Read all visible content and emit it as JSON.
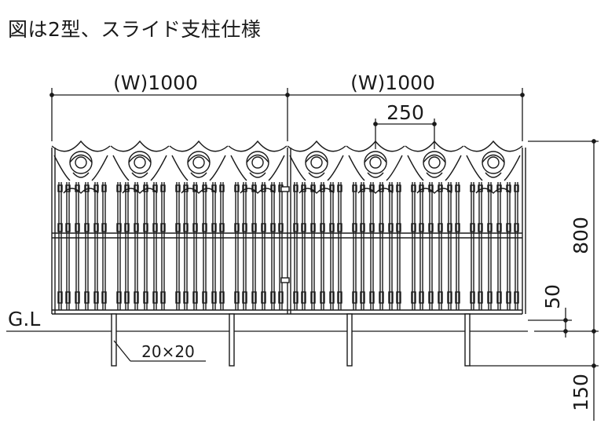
{
  "title": "図は2型、スライド支柱仕様",
  "dimensions": {
    "width_left": "(W)1000",
    "width_right": "(W)1000",
    "pitch": "250",
    "height": "800",
    "clearance": "50",
    "embed": "150",
    "post_size": "20×20"
  },
  "labels": {
    "ground": "G.L"
  }
}
